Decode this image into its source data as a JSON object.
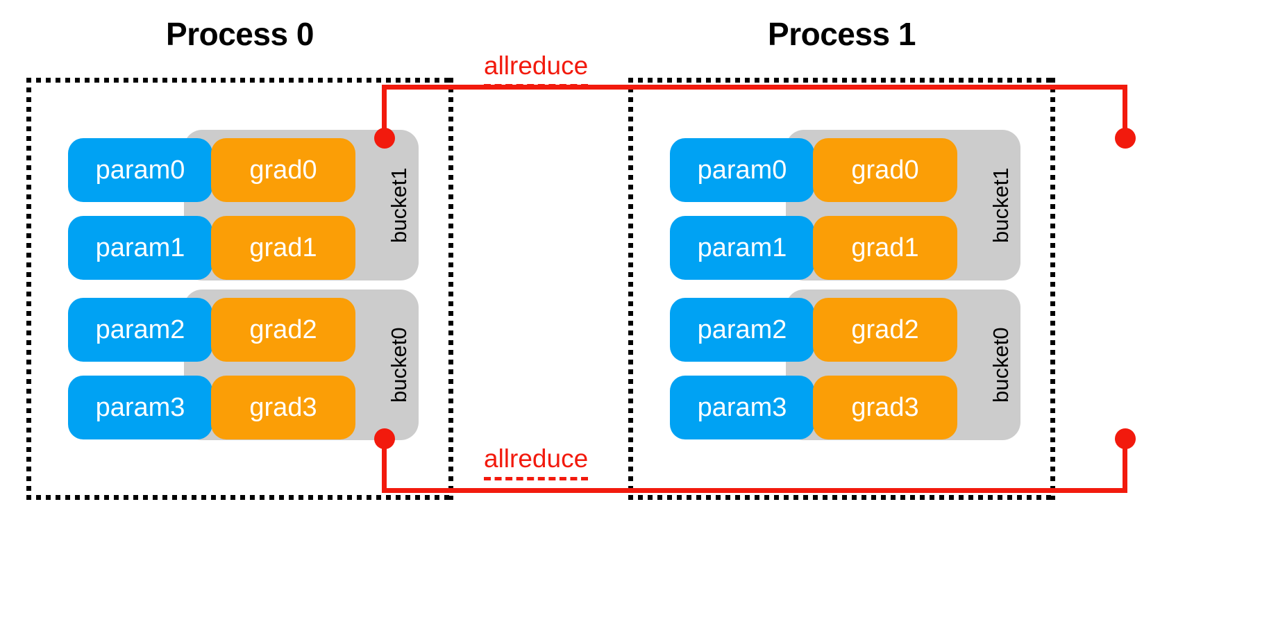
{
  "diagram": {
    "title_process_0": "Process 0",
    "title_process_1": "Process 1",
    "allreduce_top_label": "allreduce",
    "allreduce_bottom_label": "allreduce",
    "colors": {
      "param": "#00A2F3",
      "grad": "#FB9E06",
      "bucket": "#CCCCCC",
      "wire": "#F21A0D",
      "border": "#000000",
      "background": "#FFFFFF"
    },
    "processes": [
      {
        "name": "Process 0",
        "buckets": [
          {
            "label": "bucket1",
            "rows": [
              {
                "param": "param0",
                "grad": "grad0"
              },
              {
                "param": "param1",
                "grad": "grad1"
              }
            ]
          },
          {
            "label": "bucket0",
            "rows": [
              {
                "param": "param2",
                "grad": "grad2"
              },
              {
                "param": "param3",
                "grad": "grad3"
              }
            ]
          }
        ]
      },
      {
        "name": "Process 1",
        "buckets": [
          {
            "label": "bucket1",
            "rows": [
              {
                "param": "param0",
                "grad": "grad0"
              },
              {
                "param": "param1",
                "grad": "grad1"
              }
            ]
          },
          {
            "label": "bucket0",
            "rows": [
              {
                "param": "param2",
                "grad": "grad2"
              },
              {
                "param": "param3",
                "grad": "grad3"
              }
            ]
          }
        ]
      }
    ]
  }
}
